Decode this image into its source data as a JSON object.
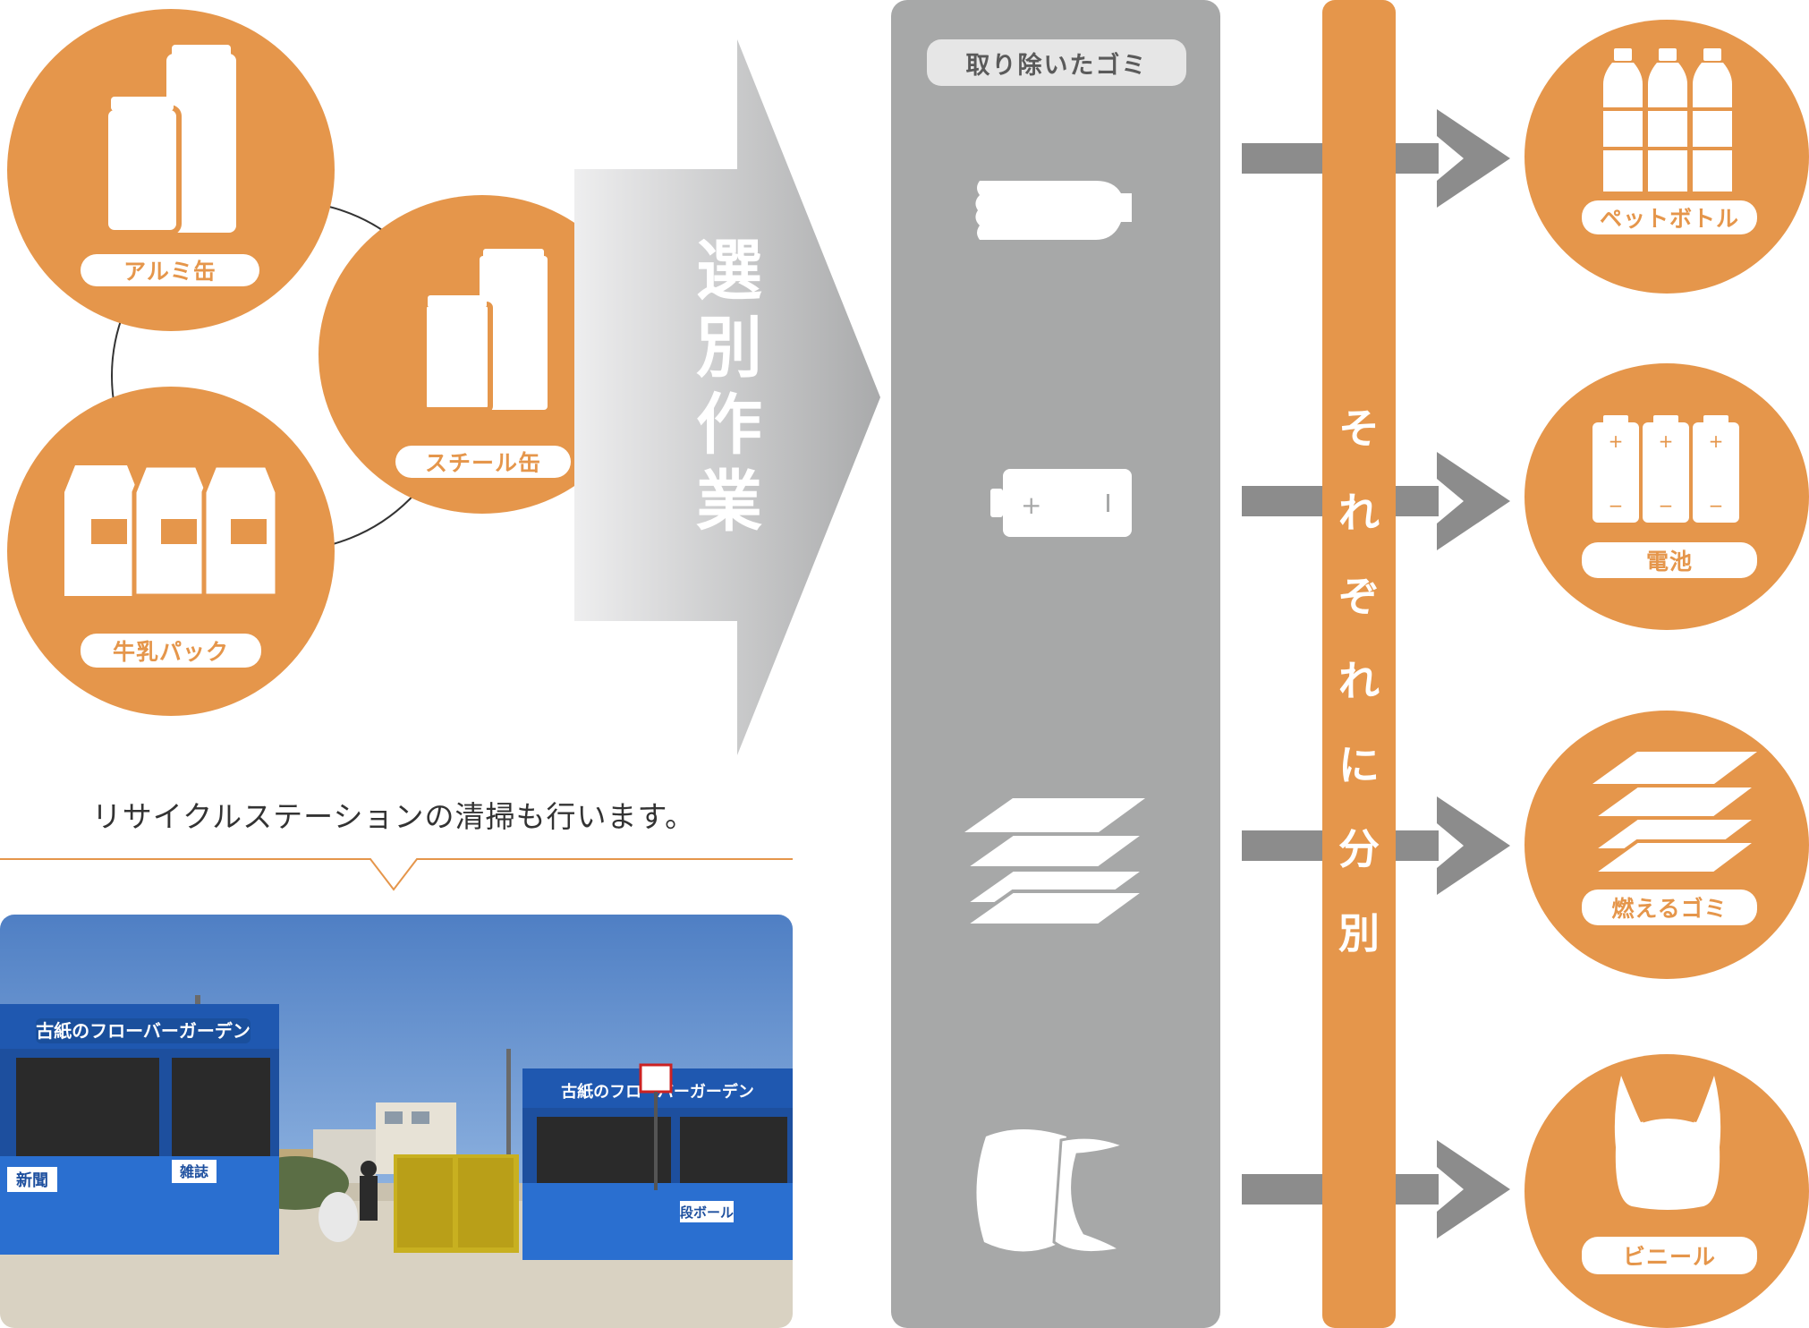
{
  "sources": {
    "aluminum": "アルミ缶",
    "steel": "スチール缶",
    "milk": "牛乳パック"
  },
  "sorting_label": "選別作業",
  "removed_label": "取り除いたゴミ",
  "vertical_label": "それぞれに分別",
  "outputs": {
    "pet": "ペットボトル",
    "battery": "電池",
    "burnable": "燃えるゴミ",
    "vinyl": "ビニール"
  },
  "caption": "リサイクルステーションの清掃も行います。",
  "photo": {
    "brand_left": "古紙のフローバーガーデン",
    "brand_right": "古紙のフローバーガーデン",
    "label_newspaper": "新聞",
    "label_magazine": "雑誌",
    "label_cardboard": "段ボール"
  },
  "colors": {
    "orange": "#e5964b",
    "gray": "#a7a8a8",
    "arrow": "#8c8c8c",
    "caption_line": "#e5964b"
  }
}
